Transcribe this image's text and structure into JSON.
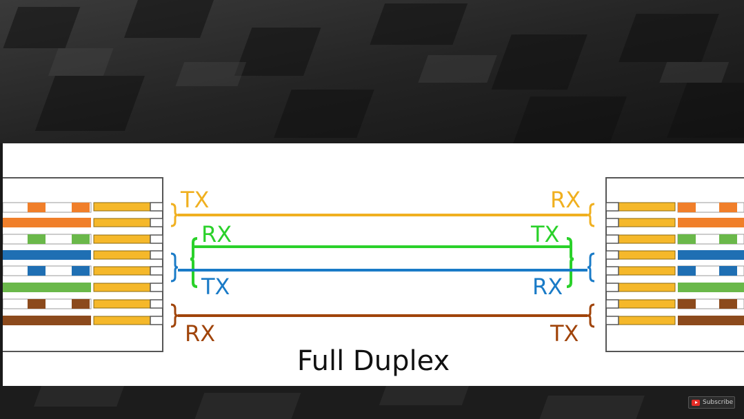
{
  "diagram": {
    "title": "Full Duplex",
    "left_labels": [
      {
        "text": "TX",
        "color": "#f0b020"
      },
      {
        "text": "RX",
        "color": "#2ad12a"
      },
      {
        "text": "TX",
        "color": "#1a7bc7"
      },
      {
        "text": "RX",
        "color": "#a0440a"
      }
    ],
    "right_labels": [
      {
        "text": "RX",
        "color": "#f0b020"
      },
      {
        "text": "TX",
        "color": "#2ad12a"
      },
      {
        "text": "RX",
        "color": "#1a7bc7"
      },
      {
        "text": "TX",
        "color": "#a0440a"
      }
    ],
    "colors": {
      "orange_pair": "#f0b020",
      "green_pair": "#2ad12a",
      "blue_pair": "#1a7bc7",
      "brown_pair": "#a0440a",
      "wire_orange": "#f07f2a",
      "wire_green": "#6ab84a",
      "wire_blue": "#1f6fb3",
      "wire_brown": "#8c4a1c",
      "pin_gold": "#f5b82a"
    }
  },
  "overlay": {
    "subscribe_label": "Subscribe",
    "icon": "youtube-play-icon"
  }
}
